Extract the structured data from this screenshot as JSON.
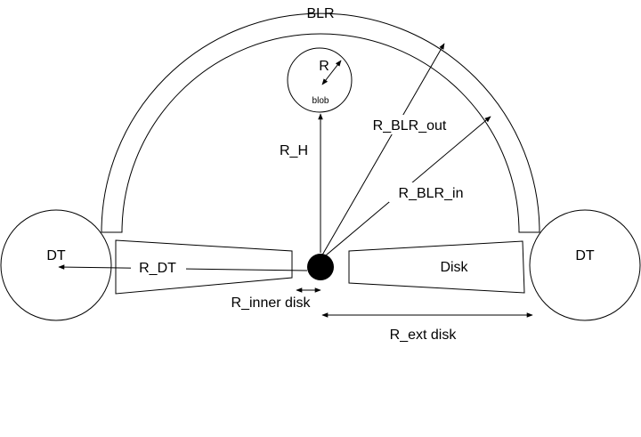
{
  "diagram": {
    "labels": {
      "blr": "BLR",
      "r": "R",
      "blob": "blob",
      "r_h": "R_H",
      "r_blr_out": "R_BLR_out",
      "r_blr_in": "R_BLR_in",
      "dt_left": "DT",
      "dt_right": "DT",
      "r_dt": "R_DT",
      "disk": "Disk",
      "r_inner_disk": "R_inner disk",
      "r_ext_disk": "R_ext disk"
    }
  }
}
